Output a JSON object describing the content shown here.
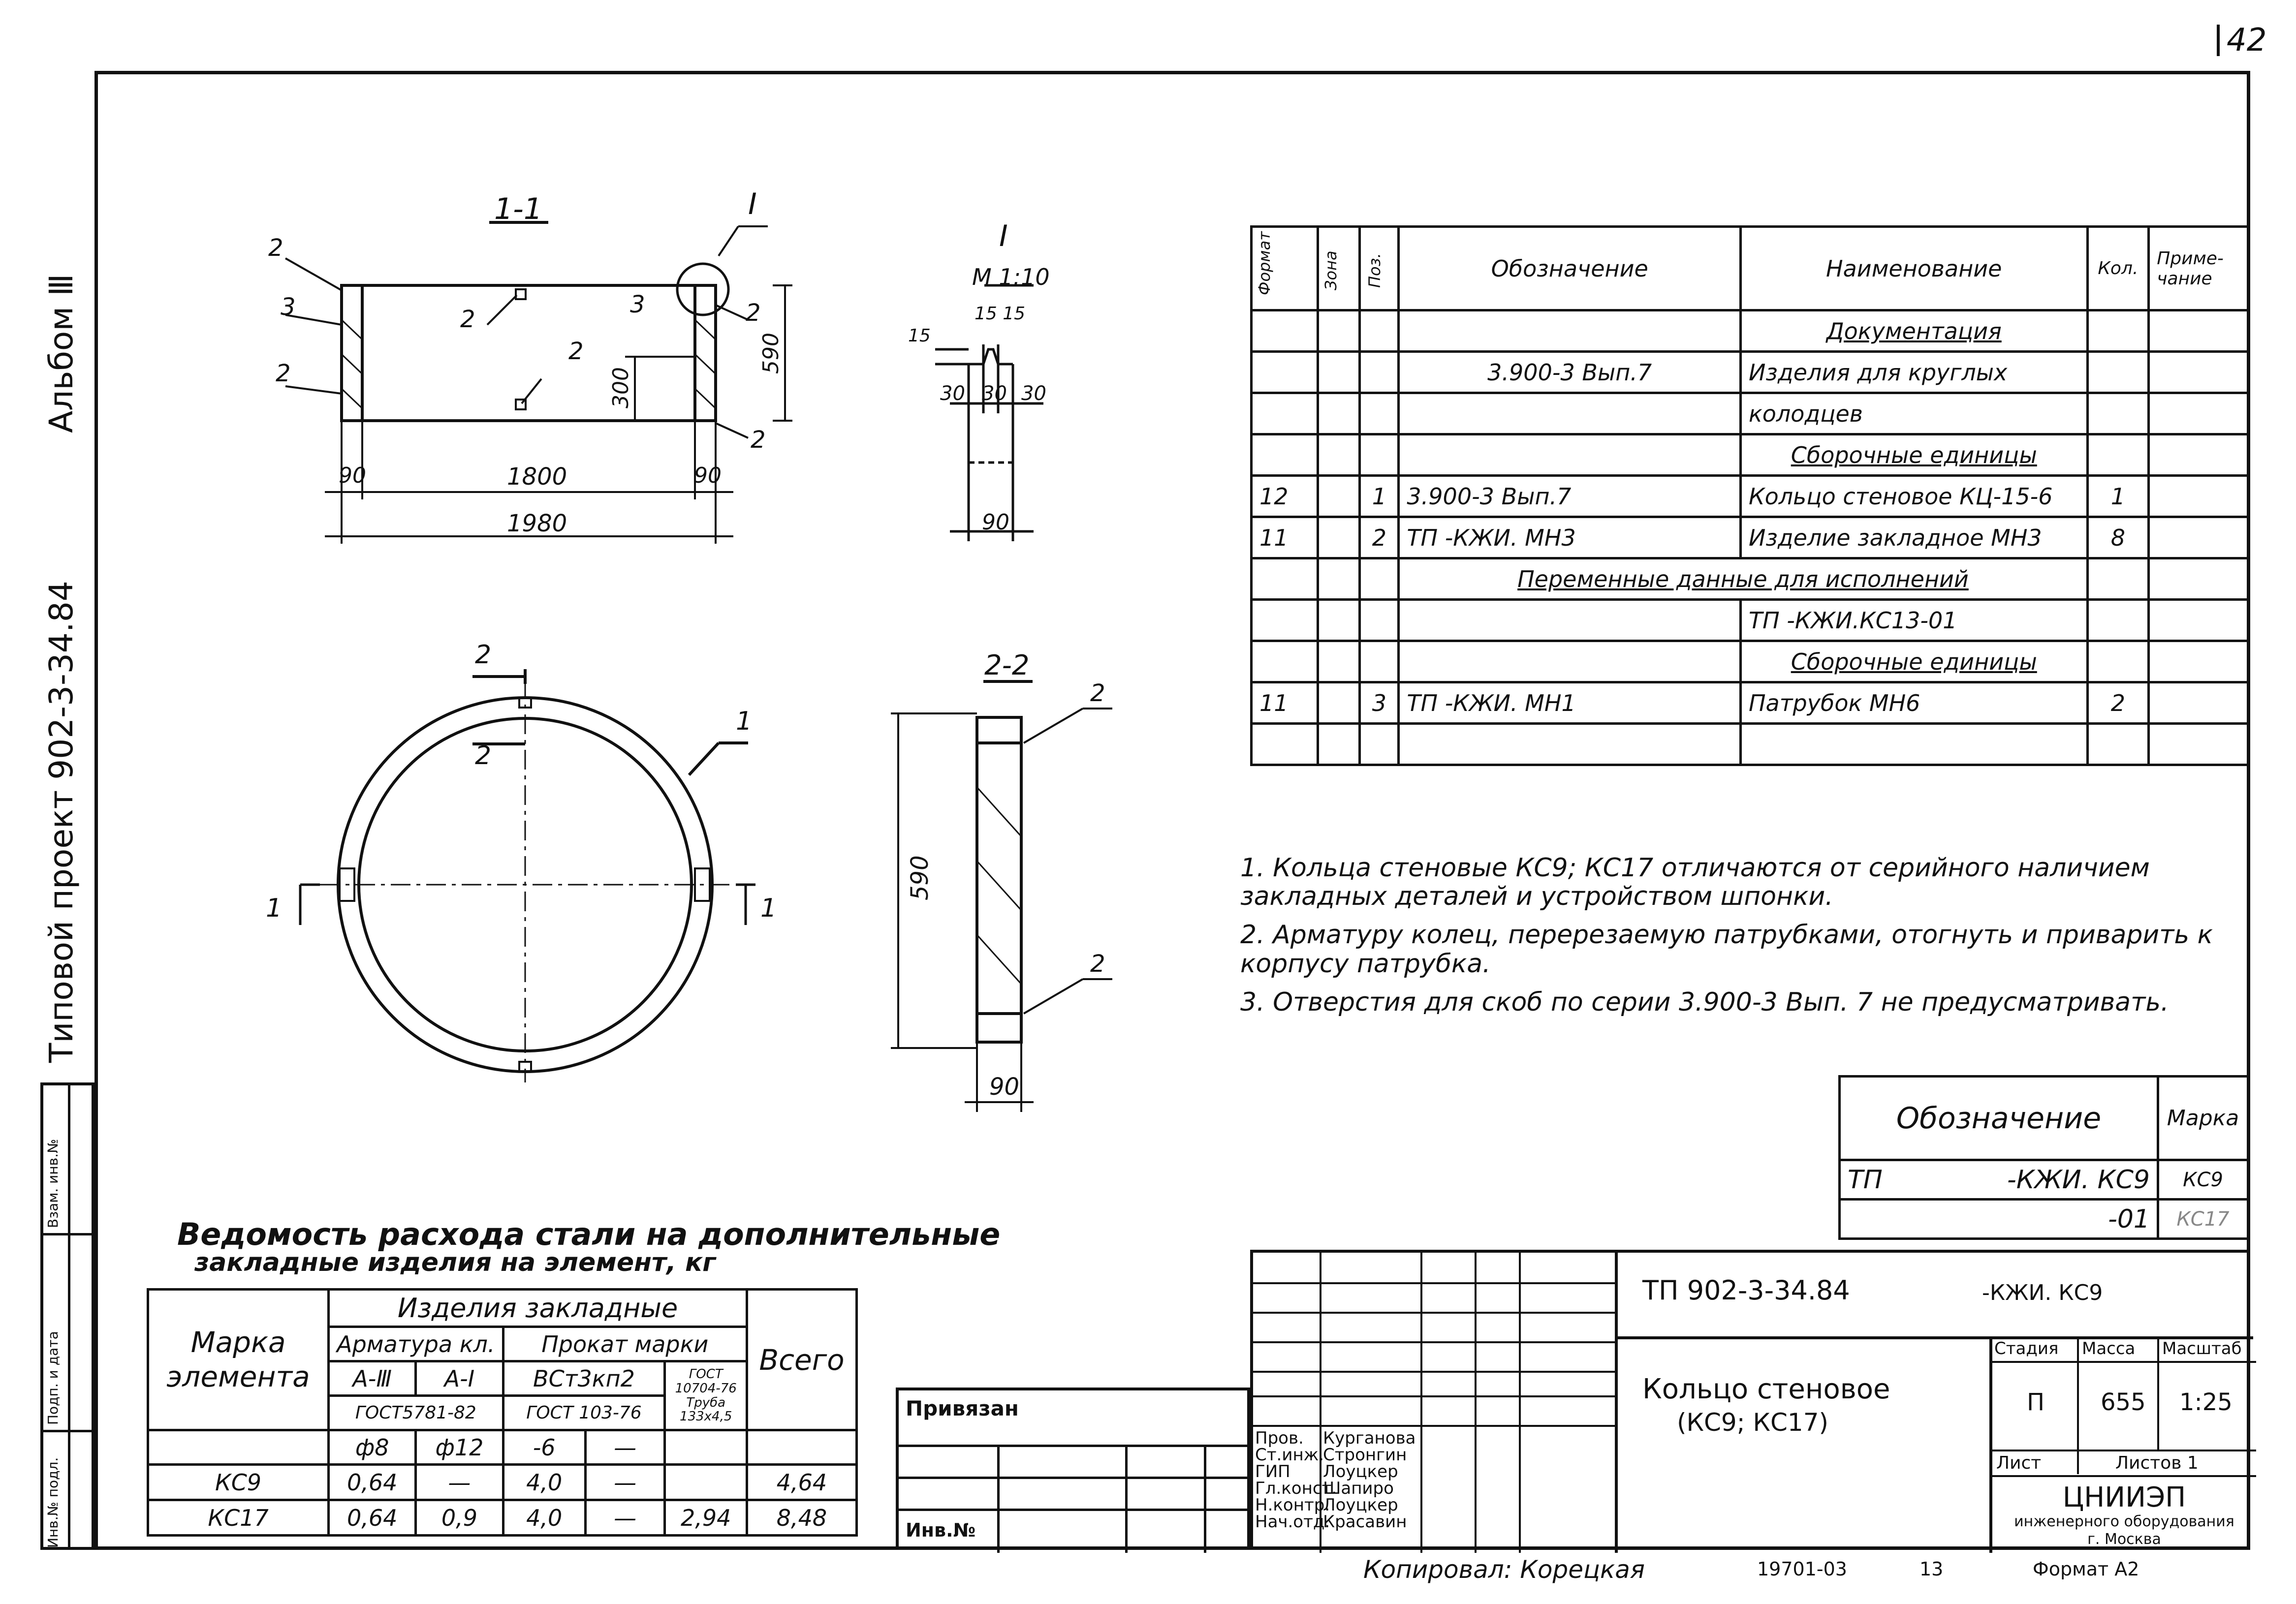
{
  "page_number": "42",
  "side": {
    "album": "Альбом Ⅲ",
    "project": "Типовой проект 902-3-34.84",
    "stamp": [
      "Взам. инв.№",
      "Подп. и дата",
      "Инв.№ подл."
    ]
  },
  "section_1_1": {
    "title": "1-1",
    "detail_ref": "I",
    "dims": [
      "90",
      "1800",
      "90",
      "1980",
      "300",
      "590"
    ],
    "pos": [
      "2",
      "3",
      "2",
      "2",
      "2",
      "3",
      "2",
      "2"
    ]
  },
  "detail_I": {
    "title": "I",
    "scale": "М 1:10",
    "dims": [
      "15",
      "15 15",
      "30",
      "30",
      "30",
      "90"
    ]
  },
  "plan": {
    "cut_2": "2",
    "cut_1": "1",
    "pos": "1"
  },
  "section_2_2": {
    "title": "2-2",
    "dims": [
      "590",
      "90"
    ],
    "pos": [
      "2",
      "2"
    ]
  },
  "spec_table": {
    "headers": [
      "Формат",
      "Зона",
      "Поз.",
      "Обозначение",
      "Наименование",
      "Кол.",
      "Приме-чание"
    ],
    "rows": [
      [
        "",
        "",
        "",
        "",
        "Документация",
        "",
        ""
      ],
      [
        "",
        "",
        "",
        "3.900-3  Вып.7",
        "Изделия для круглых",
        "",
        ""
      ],
      [
        "",
        "",
        "",
        "",
        "колодцев",
        "",
        ""
      ],
      [
        "",
        "",
        "",
        "",
        "Сборочные единицы",
        "",
        ""
      ],
      [
        "12",
        "",
        "1",
        "3.900-3  Вып.7",
        "Кольцо стеновое КЦ-15-6",
        "1",
        ""
      ],
      [
        "11",
        "",
        "2",
        "ТП            -КЖИ. МН3",
        "Изделие закладное МН3",
        "8",
        ""
      ],
      [
        "",
        "",
        "",
        "Переменные данные для исполнений",
        "",
        "",
        ""
      ],
      [
        "",
        "",
        "",
        "",
        "ТП        -КЖИ.КС13-01",
        "",
        ""
      ],
      [
        "",
        "",
        "",
        "",
        "Сборочные единицы",
        "",
        ""
      ],
      [
        "11",
        "",
        "3",
        "ТП          -КЖИ. МН1",
        "Патрубок          МН6",
        "2",
        ""
      ],
      [
        "",
        "",
        "",
        "",
        "",
        "",
        ""
      ]
    ]
  },
  "notes": [
    "1. Кольца стеновые КС9; КС17 отличаются от серийного наличием закладных деталей и устройством шпонки.",
    "2. Арматуру колец, перерезаемую патрубками, отогнуть и приварить к корпусу патрубка.",
    "3. Отверстия для скоб по серии 3.900-3 Вып. 7 не предусматривать."
  ],
  "variant_table": {
    "h1": "Обозначение",
    "h2": "Марка",
    "rows": [
      [
        "ТП",
        "-КЖИ. КС9",
        "КС9"
      ],
      [
        "",
        "-01",
        "КС17"
      ]
    ]
  },
  "steel_table": {
    "title_line1": "Ведомость расхода стали на дополнительные",
    "title_line2": "закладные изделия на элемент, кг",
    "h_mark": "Марка элемента",
    "h_items": "Изделия закладные",
    "h_rebar": "Арматура кл.",
    "h_rolled": "Прокат марки",
    "h_total": "Всего",
    "h_a3": "А-Ⅲ",
    "h_a1": "А-Ⅰ",
    "h_vst": "ВСт3кп2",
    "h_gost1": "ГОСТ5781-82",
    "h_gost2": "ГОСТ 103-76",
    "h_gost3": "ГОСТ 10704-76",
    "h_d8": "ф8",
    "h_d12": "ф12",
    "h_t6": "-6",
    "h_dash": "—",
    "h_pipe": "Труба 133х4,5",
    "rows": [
      [
        "КС9",
        "0,64",
        "—",
        "4,0",
        "—",
        "",
        "4,64"
      ],
      [
        "КС17",
        "0,64",
        "0,9",
        "4,0",
        "—",
        "2,94",
        "8,48"
      ]
    ]
  },
  "tie_block": {
    "label": "Привязан",
    "inv": "Инв.№"
  },
  "title_block": {
    "code": "ТП 902-3-34.84",
    "code_suffix": "-КЖИ. КС9",
    "name_line1": "Кольцо стеновое",
    "name_line2": "(КС9; КС17)",
    "stage_h": "Стадия",
    "mass_h": "Масса",
    "scale_h": "Масштаб",
    "stage": "П",
    "mass": "655",
    "scale": "1:25",
    "sheet": "Лист",
    "sheets": "Листов 1",
    "org1": "ЦНИИЭП",
    "org2": "инженерного оборудования",
    "org3": "г. Москва",
    "staff": [
      [
        "Пров.",
        "Курганова"
      ],
      [
        "Ст.инж.",
        "Стронгин"
      ],
      [
        "ГИП",
        "Лоуцкер"
      ],
      [
        "Гл.конст.",
        "Шапиро"
      ],
      [
        "Н.контр.",
        "Лоуцкер"
      ],
      [
        "Нач.отд.",
        "Красавин"
      ]
    ]
  },
  "footer": {
    "copied": "Копировал: Корецкая",
    "num": "19701-03",
    "n2": "13",
    "format": "Формат А2"
  }
}
